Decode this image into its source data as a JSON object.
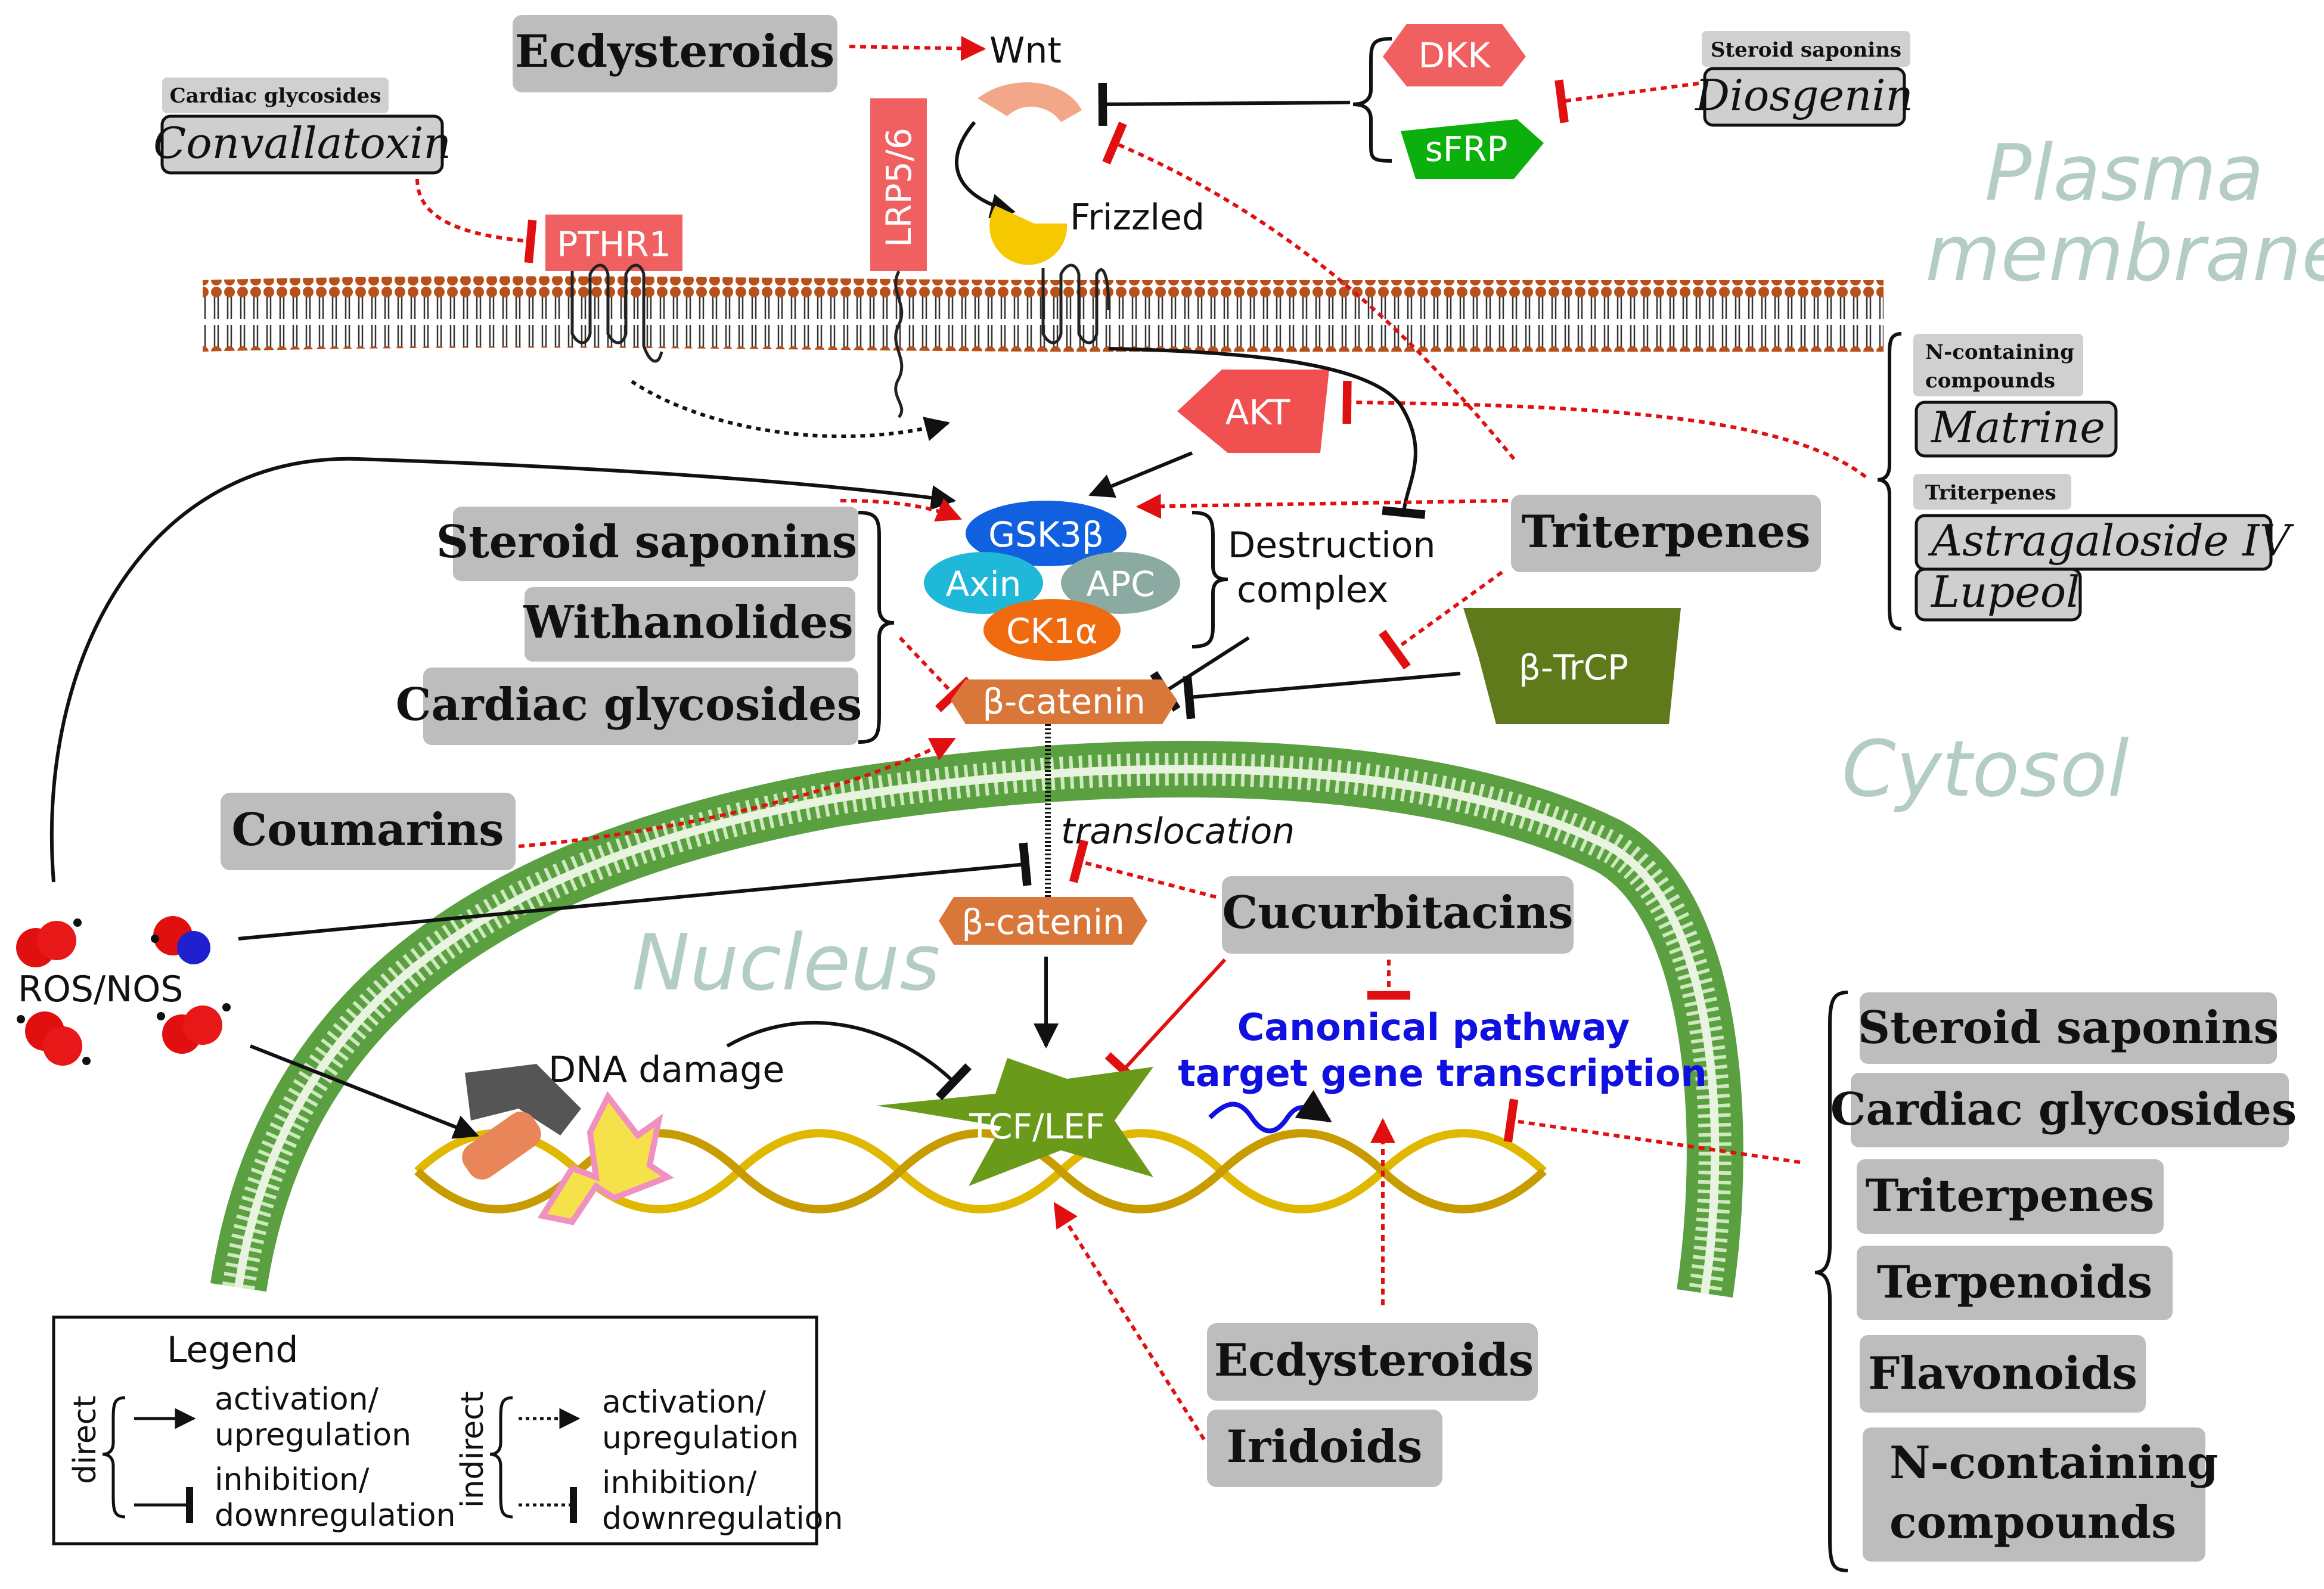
{
  "regions": {
    "plasma_membrane_l1": "Plasma",
    "plasma_membrane_l2": "membrane",
    "cytosol": "Cytosol",
    "nucleus": "Nucleus"
  },
  "proteins": {
    "wnt": "Wnt",
    "frizzled": "Frizzled",
    "lrp": "LRP5/6",
    "pthr1": "PTHR1",
    "dkk": "DKK",
    "sfrp": "sFRP",
    "akt": "AKT",
    "gsk3b": "GSK3β",
    "axin": "Axin",
    "apc": "APC",
    "ck1a": "CK1α",
    "bcat_cyto": "β-catenin",
    "bcat_nuc": "β-catenin",
    "btrcp": "β-TrCP",
    "tcflef": "TCF/LEF"
  },
  "labels": {
    "destruction_l1": "Destruction",
    "destruction_l2": "complex",
    "translocation": "translocation",
    "dna_damage": "DNA damage",
    "ros_nos": "ROS/NOS",
    "canonical_l1": "Canonical pathway",
    "canonical_l2": "target gene transcription"
  },
  "compound_classes": {
    "ecdysteroids_top": "Ecdysteroids",
    "cardiac_gly_small": "Cardiac glycosides",
    "convallatoxin": "Convallatoxin",
    "steroid_sap_small": "Steroid saponins",
    "diosgenin": "Diosgenin",
    "ncontain_small_l1": "N-containing",
    "ncontain_small_l2": "compounds",
    "matrine": "Matrine",
    "triterpenes_small": "Triterpenes",
    "astragaloside": "Astragaloside IV",
    "lupeol": "Lupeol",
    "triterpenes_mid": "Triterpenes",
    "steroid_saponins_left": "Steroid saponins",
    "withanolides": "Withanolides",
    "cardiac_gly_left": "Cardiac glycosides",
    "coumarins": "Coumarins",
    "cucurbitacins": "Cucurbitacins",
    "ecdysteroids_bottom": "Ecdysteroids",
    "iridoids": "Iridoids",
    "right_list": [
      "Steroid saponins",
      "Cardiac glycosides",
      "Triterpenes",
      "Terpenoids",
      "Flavonoids"
    ],
    "ncontain_right_l1": "N-containing",
    "ncontain_right_l2": "compounds"
  },
  "legend": {
    "title": "Legend",
    "direct": "direct",
    "indirect": "indirect",
    "activation_l1": "activation/",
    "activation_l2": "upregulation",
    "inhibition_l1": "inhibition/",
    "inhibition_l2": "downregulation"
  },
  "colors": {
    "red_protein": "#f06060",
    "green_protein": "#0cb00c",
    "olive": "#5f7a1a",
    "orange": "#d9773a",
    "gsk_blue": "#1060e0",
    "axin_cyan": "#20b8d8",
    "apc_grey": "#8aaaa2",
    "ck1_orange": "#f06a10",
    "akt_red": "#f05050",
    "membrane_head": "#b8501c",
    "nuclear_green": "#5aa040",
    "arrow_red": "#e01010",
    "blue_text": "#1010e0"
  }
}
